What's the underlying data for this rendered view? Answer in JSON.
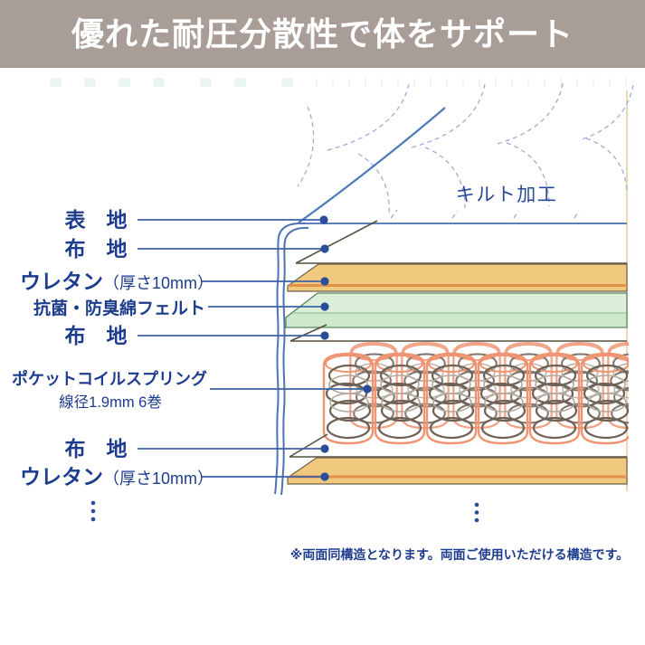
{
  "header": {
    "title": "優れた耐圧分散性で体をサポート"
  },
  "diagram": {
    "quilt_label": "キルト加工",
    "layer_labels": [
      {
        "main": "表　地"
      },
      {
        "main": "布　地"
      },
      {
        "main": "ウレタン",
        "sub": "（厚さ10mm）"
      },
      {
        "main": "抗菌・防臭綿フェルト"
      },
      {
        "main": "布　地"
      },
      {
        "main": "ポケットコイルスプリング",
        "sub": "線径1.9mm 6巻"
      },
      {
        "main": "布　地"
      },
      {
        "main": "ウレタン",
        "sub": "（厚さ10mm）"
      }
    ],
    "colors": {
      "header_bg": "#a89d97",
      "label_text": "#1e3c8e",
      "leader_line": "#3c63a8",
      "leader_dot": "#2a4d99",
      "mattress_edge": "#4c74b0",
      "quilt_dash": "#9fadd9",
      "urethane_fill": "#f0c87e",
      "urethane_edge": "#e0914a",
      "felt_fill": "#cfe8cd",
      "felt_top_fill": "#dcefda",
      "pocket_coil": "#ef9473",
      "coil_wire": "#6e6156",
      "fabric_outline": "#55503f"
    },
    "icons": {
      "continuation_dots": "vertical-ellipsis"
    }
  },
  "footnote": "※両面同構造となります。両面ご使用いただける構造です。"
}
